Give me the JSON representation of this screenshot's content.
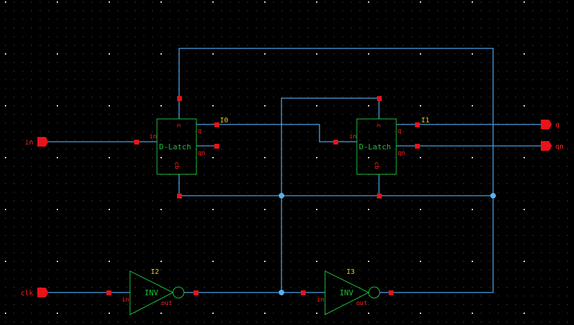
{
  "colors": {
    "background": "#000000",
    "grid_minor": "#5a5a5a",
    "grid_major": "#d8d8d8",
    "wire": "#4aa3e8",
    "junction": "#5ab0f0",
    "symbol": "#1fbf3a",
    "pin": "#e8141a",
    "label_red": "#ff2020",
    "instance_label": "#e8d020",
    "symbol_text": "#1fbf3a"
  },
  "pins": {
    "in": "in",
    "clk": "clk",
    "q": "q",
    "qn": "qn"
  },
  "latch0": {
    "instance": "I0",
    "name": "D-Latch",
    "pin_in": "in",
    "pin_q": "q",
    "pin_qn": "qn",
    "pin_top": "c",
    "pin_bottom": "cb"
  },
  "latch1": {
    "instance": "I1",
    "name": "D-Latch",
    "pin_in": "in",
    "pin_q": "q",
    "pin_qn": "qn",
    "pin_top": "c",
    "pin_bottom": "cb"
  },
  "inv0": {
    "instance": "I2",
    "name": "INV",
    "pin_in": "in",
    "pin_out": "out"
  },
  "inv1": {
    "instance": "I3",
    "name": "INV",
    "pin_in": "in",
    "pin_out": "out"
  }
}
